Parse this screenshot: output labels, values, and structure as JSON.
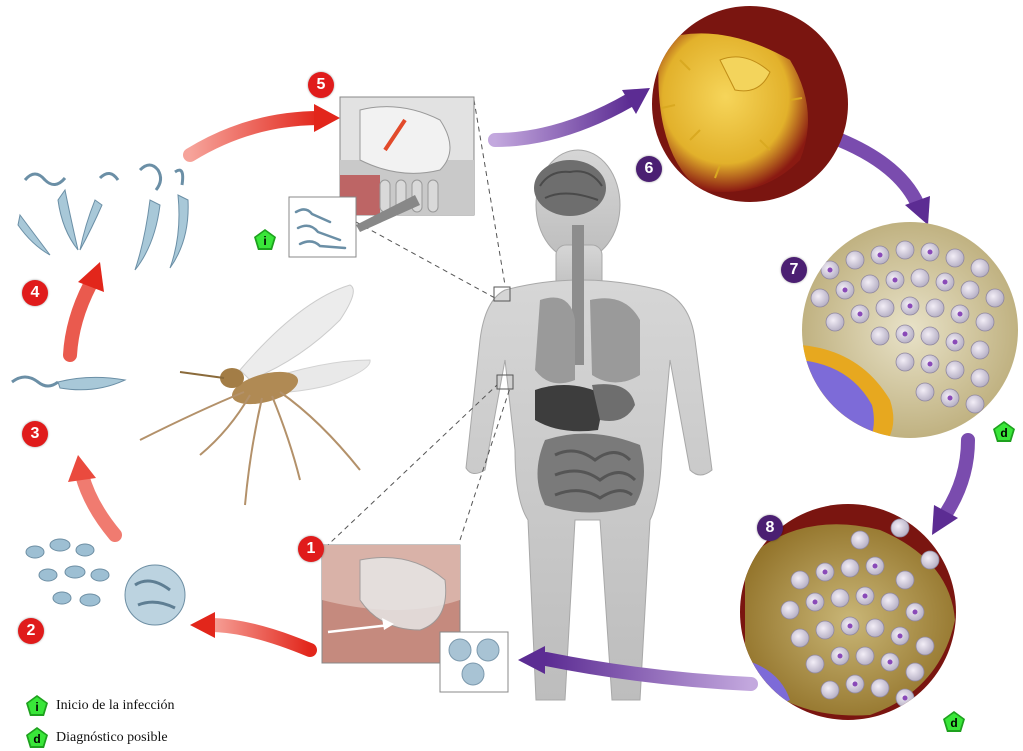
{
  "stages": [
    {
      "number": "1"
    },
    {
      "number": "2"
    },
    {
      "number": "3"
    },
    {
      "number": "4"
    },
    {
      "number": "5"
    },
    {
      "number": "6"
    },
    {
      "number": "7"
    },
    {
      "number": "8"
    }
  ],
  "markers": {
    "infection_letter": "i",
    "diagnostic_letter": "d"
  },
  "legend": {
    "infection_label": "Inicio de la infección",
    "diagnostic_label": "Diagnóstico posible"
  },
  "colors": {
    "vector_arrow": "#e63b2e",
    "host_arrow": "#6b3c9e",
    "red_badge": "#e01b1b",
    "purple_badge": "#4b1f72",
    "marker_green": "#39e639"
  }
}
